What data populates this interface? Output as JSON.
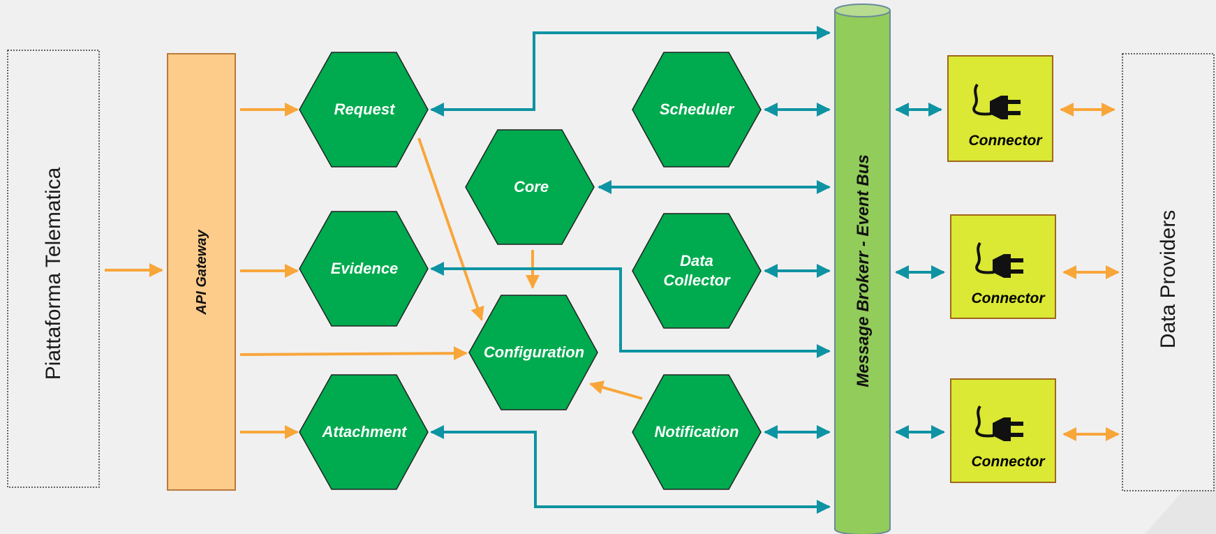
{
  "left_system": "Piattaforma Telematica",
  "right_system": "Data Providers",
  "gateway": "API Gateway",
  "bus": "Message Brokerr - Event Bus",
  "services": {
    "request": "Request",
    "scheduler": "Scheduler",
    "core": "Core",
    "evidence": "Evidence",
    "data_collector_1": "Data",
    "data_collector_2": "Collector",
    "configuration": "Configuration",
    "attachment": "Attachment",
    "notification": "Notification"
  },
  "connectors": [
    "Connector",
    "Connector",
    "Connector"
  ],
  "colors": {
    "service": "#00aa4f",
    "gateway": "#fdcb8a",
    "bus": "#92cc5a",
    "connector": "#dbe834",
    "orange_arrow": "#f8a63a",
    "teal_arrow": "#0e93a3"
  }
}
